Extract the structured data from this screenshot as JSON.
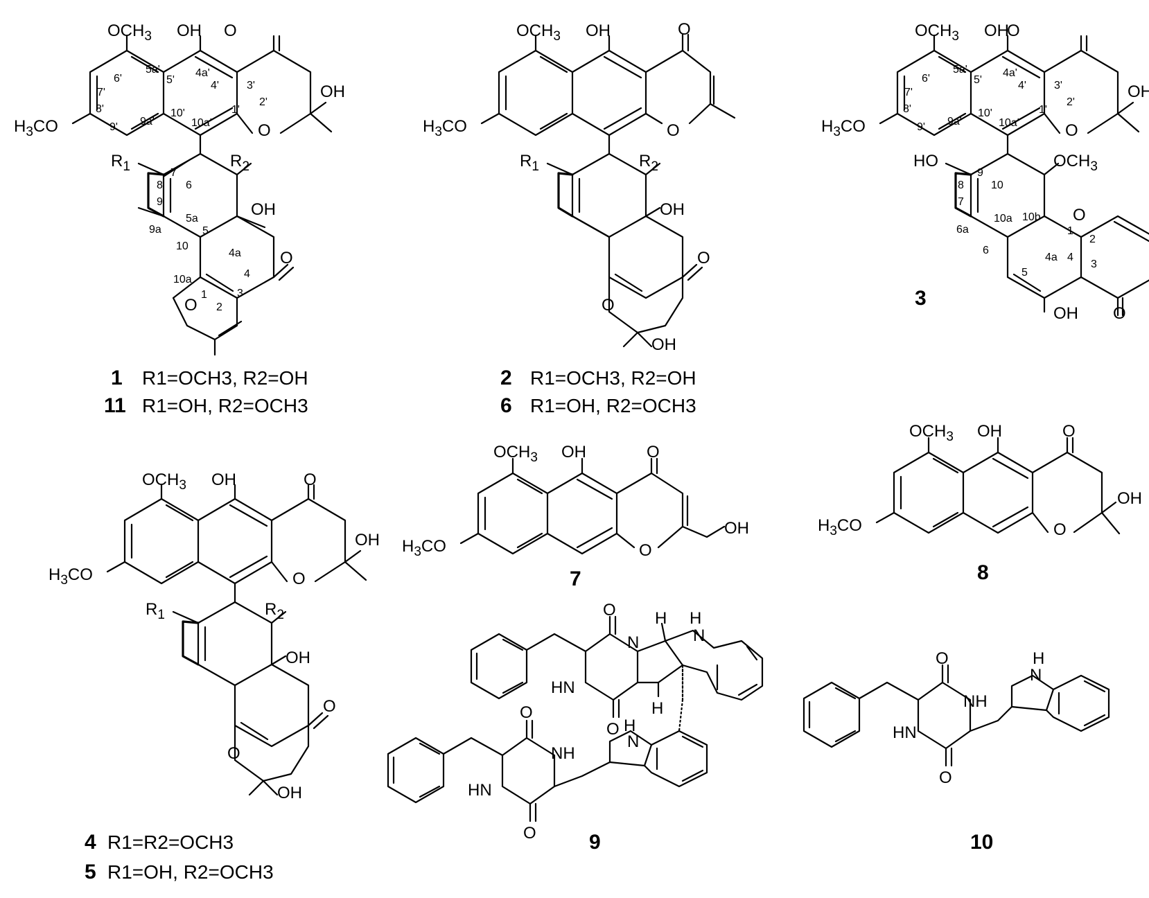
{
  "atoms": {
    "och3": "OCH",
    "oh": "OH",
    "ho": "HO",
    "o": "O",
    "h3co": "H",
    "h3co_tail": "CO",
    "three": "3",
    "r1": "R",
    "r2": "R",
    "one": "1",
    "two": "2",
    "nh": "NH",
    "hn": "HN",
    "n": "N",
    "h": "H"
  },
  "compounds": {
    "c1": {
      "id": "1",
      "caption": "R1=OCH3, R2=OH",
      "locants_primed": [
        "6'",
        "5a'",
        "5'",
        "4a'",
        "4'",
        "3'",
        "2'",
        "1'",
        "7'",
        "8'",
        "9'",
        "9a'",
        "10'",
        "10a'"
      ],
      "locants": [
        "7",
        "6",
        "5a",
        "5",
        "8",
        "9",
        "9a",
        "10",
        "4a",
        "4",
        "10a",
        "1",
        "2",
        "3"
      ]
    },
    "c11": {
      "id": "11",
      "caption": "R1=OH, R2=OCH3"
    },
    "c2": {
      "id": "2",
      "caption": "R1=OCH3, R2=OH"
    },
    "c6": {
      "id": "6",
      "caption": "R1=OH, R2=OCH3"
    },
    "c3": {
      "id": "3",
      "locants_primed": [
        "6'",
        "5a'",
        "5'",
        "4a'",
        "4'",
        "3'",
        "2'",
        "1'",
        "7'",
        "8'",
        "9'",
        "9a'",
        "10'",
        "10a'"
      ],
      "locants": [
        "9",
        "10",
        "8",
        "7",
        "6a",
        "10a",
        "10b",
        "1",
        "2",
        "6",
        "5",
        "4a",
        "4",
        "3"
      ]
    },
    "c4": {
      "id": "4",
      "caption": "R1=R2=OCH3"
    },
    "c5": {
      "id": "5",
      "caption": "R1=OH, R2=OCH3"
    },
    "c7": {
      "id": "7"
    },
    "c8": {
      "id": "8"
    },
    "c9": {
      "id": "9"
    },
    "c10": {
      "id": "10"
    }
  }
}
